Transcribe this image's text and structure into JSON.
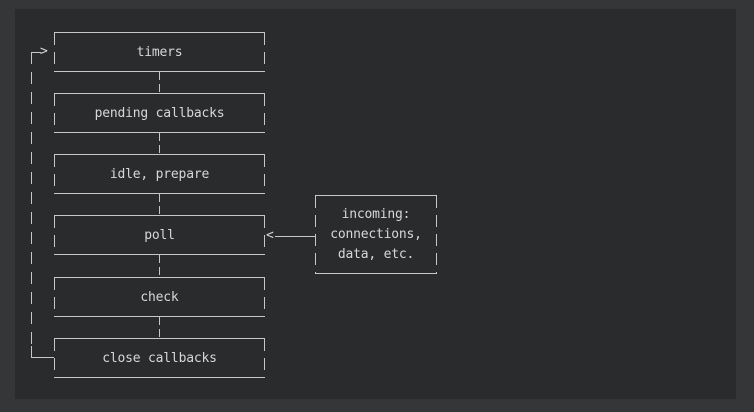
{
  "colors": {
    "page_bg": "#343638",
    "block_bg": "#2a2b2c",
    "line": "#c6c7c9",
    "text": "#d6d7d9"
  },
  "diagram": {
    "phases": [
      {
        "label": "timers"
      },
      {
        "label": "pending callbacks"
      },
      {
        "label": "idle, prepare"
      },
      {
        "label": "poll"
      },
      {
        "label": "check"
      },
      {
        "label": "close callbacks"
      }
    ],
    "incoming": {
      "lines": [
        "incoming:",
        "connections,",
        "data, etc."
      ]
    },
    "glyphs": {
      "loop_arrow_right": ">",
      "poll_arrow_left": "<"
    }
  }
}
